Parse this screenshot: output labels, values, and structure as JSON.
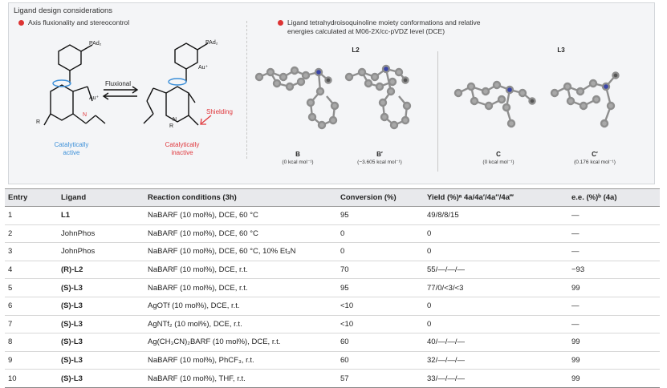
{
  "figure": {
    "title": "Ligand design considerations",
    "panel_a": {
      "heading": "Axis fluxionality and stereocontrol",
      "arrow_label": "Fluxional",
      "shielding_label": "Shielding",
      "left_caption": [
        "Catalytically",
        "active"
      ],
      "right_caption": [
        "Catalytically",
        "inactive"
      ],
      "atom_labels": {
        "pad": "PAd₂",
        "au": "Au⁺",
        "n": "N",
        "r": "R"
      },
      "colors": {
        "active": "#3b8fd8",
        "inactive": "#e0393e"
      }
    },
    "panel_b": {
      "heading_line1": "Ligand tetrahydroisoquinoline moiety conformations and relative",
      "heading_line2": "energies calculated at M06-2X/cc-pVDZ level (DCE)",
      "group_left": "L2",
      "group_right": "L3",
      "conformers": [
        {
          "name": "B",
          "energy": "(0 kcal mol⁻¹)"
        },
        {
          "name": "B′",
          "energy": "(−3.605 kcal mol⁻¹)"
        },
        {
          "name": "C",
          "energy": "(0 kcal mol⁻¹)"
        },
        {
          "name": "C′",
          "energy": "(0.176 kcal mol⁻¹)"
        }
      ]
    }
  },
  "table": {
    "headers": [
      "Entry",
      "Ligand",
      "Reaction conditions (3h)",
      "Conversion (%)",
      "Yield (%)ᵃ 4a/4a′/4a″/4a‴",
      "e.e. (%)ᵇ (4a)"
    ],
    "rows": [
      [
        "1",
        "L1",
        "NaBARF (10 mol%), DCE, 60 °C",
        "95",
        "49/8/8/15",
        "—"
      ],
      [
        "2",
        "JohnPhos",
        "NaBARF (10 mol%), DCE, 60 °C",
        "0",
        "0",
        "—"
      ],
      [
        "3",
        "JohnPhos",
        "NaBARF (10 mol%), DCE, 60 °C, 10% Et₃N",
        "0",
        "0",
        "—"
      ],
      [
        "4",
        "(R)-L2",
        "NaBARF (10 mol%), DCE, r.t.",
        "70",
        "55/—/—/—",
        "−93"
      ],
      [
        "5",
        "(S)-L3",
        "NaBARF (10 mol%), DCE, r.t.",
        "95",
        "77/0/<3/<3",
        "99"
      ],
      [
        "6",
        "(S)-L3",
        "AgOTf (10 mol%), DCE, r.t.",
        "<10",
        "0",
        "—"
      ],
      [
        "7",
        "(S)-L3",
        "AgNTf₂ (10 mol%), DCE, r.t.",
        "<10",
        "0",
        "—"
      ],
      [
        "8",
        "(S)-L3",
        "Ag(CH₃CN)₂BARF (10 mol%), DCE, r.t.",
        "60",
        "40/—/—/—",
        "99"
      ],
      [
        "9",
        "(S)-L3",
        "NaBARF (10 mol%), PhCF₃, r.t.",
        "60",
        "32/—/—/—",
        "99"
      ],
      [
        "10",
        "(S)-L3",
        "NaBARF (10 mol%), THF, r.t.",
        "57",
        "33/—/—/—",
        "99"
      ]
    ]
  }
}
